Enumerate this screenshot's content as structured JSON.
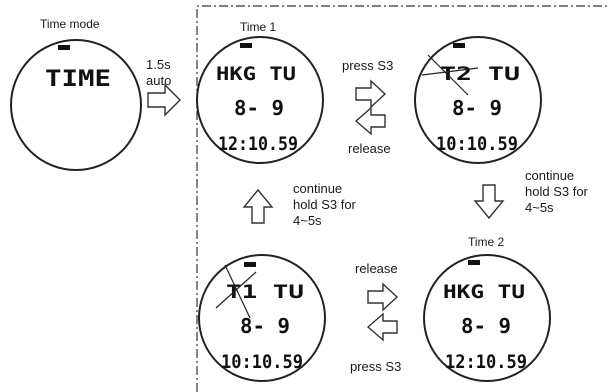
{
  "faces": {
    "mode": {
      "caption": "Time mode",
      "line1": "TIME"
    },
    "time1": {
      "caption": "Time 1",
      "line1": "HKG TU",
      "line2": "8- 9",
      "line3": "12:10.59"
    },
    "edit1": {
      "line1": "T2 TU",
      "line2": "8- 9",
      "line3": "10:10.59"
    },
    "time2": {
      "caption": "Time 2",
      "line1": "HKG TU",
      "line2": "8- 9",
      "line3": "12:10.59"
    },
    "edit2": {
      "line1": "T1 TU",
      "line2": "8- 9",
      "line3": "10:10.59"
    }
  },
  "transitions": {
    "auto": {
      "line1": "1.5s",
      "line2": "auto"
    },
    "top_press": "press S3",
    "top_release": "release",
    "right_hold": {
      "line1": "continue",
      "line2": "hold S3 for",
      "line3": "4~5s"
    },
    "left_hold": {
      "line1": "continue",
      "line2": "hold S3 for",
      "line3": "4~5s"
    },
    "bottom_release": "release",
    "bottom_press": "press S3"
  }
}
